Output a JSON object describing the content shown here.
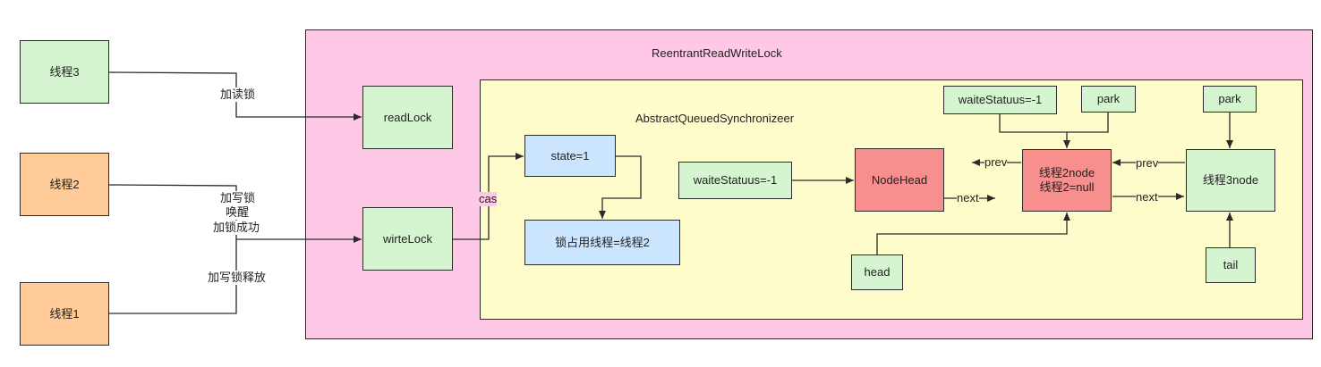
{
  "threads": {
    "t3": "线程3",
    "t2": "线程2",
    "t1": "线程1"
  },
  "outer_label": "ReentrantReadWriteLock",
  "aqs_label": "AbstractQueuedSynchronizeer",
  "read_lock": "readLock",
  "write_lock": "wirteLock",
  "state": "state=1",
  "owner": "锁占用线程=线程2",
  "wait_status_head": "waiteStatuus=-1",
  "node_head": "NodeHead",
  "wait_status_t2": "waiteStatuus=-1",
  "park_t2": "park",
  "park_t3": "park",
  "node_t2": {
    "line1": "线程2node",
    "line2": "线程2=null"
  },
  "node_t3": "线程3node",
  "head": "head",
  "tail": "tail",
  "edge_labels": {
    "read": "加读锁",
    "write_1": "加写锁",
    "write_2": "唤醒",
    "write_3": "加锁成功",
    "release": "加写锁释放",
    "cas": "cas",
    "prev_left": "prev",
    "prev_right": "prev",
    "next_head": "next",
    "next_t2": "next"
  },
  "colors": {
    "thread_green": "#d5f5d0",
    "thread_orange": "#ffcc99",
    "outer_pink": "#ffc8e6",
    "aqs_yellow": "#fffccc",
    "state_blue": "#cce5ff",
    "node_red": "#f78f8f"
  }
}
